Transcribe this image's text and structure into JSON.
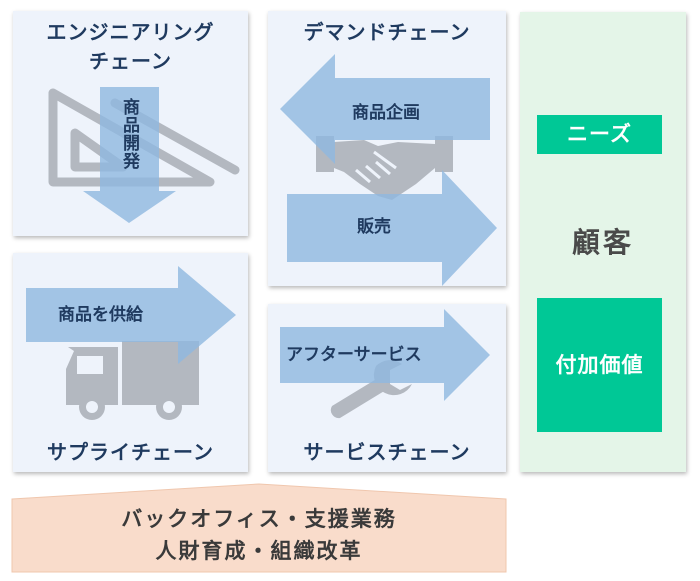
{
  "engineering": {
    "title_line1": "エンジニアリング",
    "title_line2": "チェーン",
    "arrow_label": "商品開発"
  },
  "demand": {
    "title": "デマンドチェーン",
    "left_arrow_label": "商品企画",
    "right_arrow_label": "販売"
  },
  "supply": {
    "title": "サプライチェーン",
    "arrow_label": "商品を供給"
  },
  "service": {
    "title": "サービスチェーン",
    "arrow_label": "アフターサービス"
  },
  "customer": {
    "needs": "ニーズ",
    "label": "顧客",
    "value": "付加価値"
  },
  "back_office": {
    "line1": "バックオフィス・支援業務",
    "line2": "人財育成・組織改革"
  },
  "colors": {
    "panel_bg": "#eef3fb",
    "arrow": "#8fb8e0",
    "title_text": "#1f3a5f",
    "accent_green": "#00c896",
    "customer_bg": "#e4f5e8",
    "back_office_bg": "#f9dccb"
  }
}
